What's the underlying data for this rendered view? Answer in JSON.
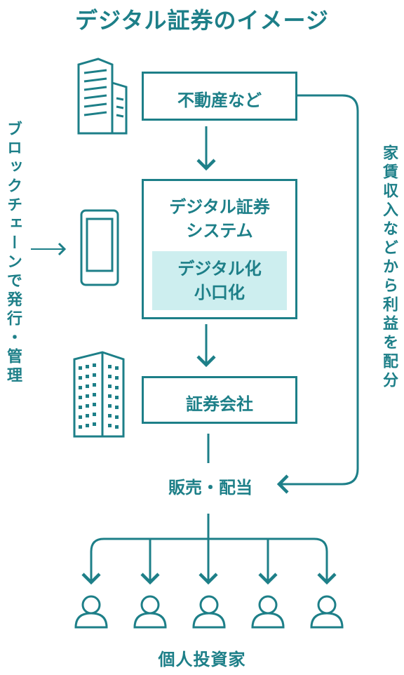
{
  "title": "デジタル証券のイメージ",
  "boxes": {
    "real_estate": "不動産など",
    "system": {
      "line1": "デジタル証券",
      "line2": "システム"
    },
    "digitalization": {
      "line1": "デジタル化",
      "line2": "小口化"
    },
    "securities_company": "証券会社"
  },
  "side_labels": {
    "blockchain": "ブロックチェーンで発行・管理",
    "rent": "家賃収入などから利益を配分"
  },
  "sales": "販売・配当",
  "investors": "個人投資家",
  "colors": {
    "accent": "#1d7f88",
    "highlight": "#cdeeef"
  }
}
